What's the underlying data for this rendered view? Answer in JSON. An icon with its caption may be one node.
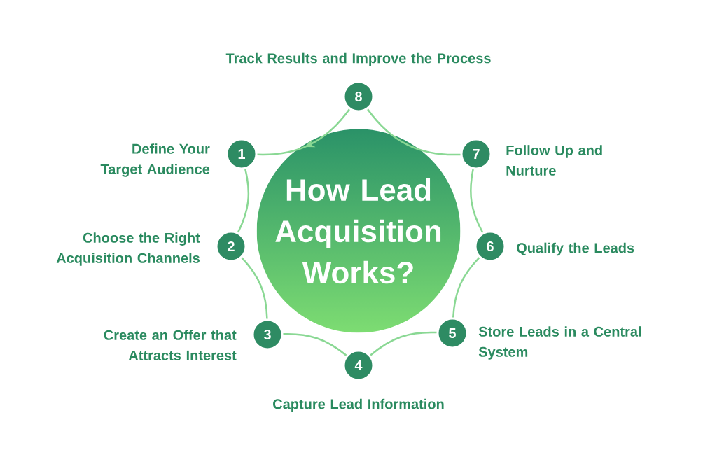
{
  "diagram": {
    "nodes": [
      {
        "text": [
          "How Lead Acquisition Works?"
        ]
      },
      {
        "text": [
          "1"
        ],
        "beside": [
          "Define Your Target Audience"
        ]
      },
      {
        "text": [
          "2"
        ],
        "beside": [
          "Choose the Right Acquisition Channels"
        ]
      },
      {
        "text": [
          "3"
        ],
        "beside": [
          "Create an Offer that Attracts Interest"
        ]
      },
      {
        "text": [
          "4"
        ],
        "beside": [
          "Capture Lead Information"
        ]
      },
      {
        "text": [
          "5"
        ],
        "beside": [
          "Store Leads in a Central System"
        ]
      },
      {
        "text": [
          "6"
        ],
        "beside": [
          "Qualify the Leads"
        ]
      },
      {
        "text": [
          "7"
        ],
        "beside": [
          "Follow Up and Nurture"
        ]
      },
      {
        "text": [
          "8"
        ],
        "beside": [
          "Track Results and Improve the Process"
        ]
      }
    ],
    "edges": [
      {
        "from": 1,
        "to": 2,
        "arrow": "none"
      },
      {
        "from": 2,
        "to": 3,
        "arrow": "none"
      },
      {
        "from": 3,
        "to": 4,
        "arrow": "none"
      },
      {
        "from": 4,
        "to": 5,
        "arrow": "none"
      },
      {
        "from": 5,
        "to": 6,
        "arrow": "none"
      },
      {
        "from": 6,
        "to": 7,
        "arrow": "none"
      },
      {
        "from": 7,
        "to": 8,
        "arrow": "none"
      },
      {
        "from": 8,
        "to": 1,
        "arrow": "to"
      }
    ]
  }
}
